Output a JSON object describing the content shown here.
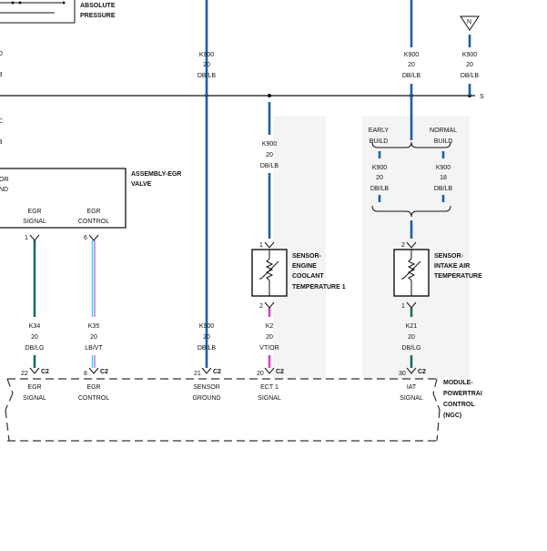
{
  "top_left": {
    "line1": "ABSOLUTE",
    "line2": "PRESSURE"
  },
  "ground_symbol_letter": "N",
  "splice_label": "S",
  "left_edge": {
    "top_v": "0",
    "top_bot": "B",
    "mid_c": "C",
    "mid_b": "B",
    "or": "OR",
    "nd": "ND"
  },
  "top_wires": [
    {
      "circuit": "K900",
      "gauge": "20",
      "color": "DB/LB"
    },
    {
      "circuit": "K900",
      "gauge": "20",
      "color": "DB/LB"
    },
    {
      "circuit": "K900",
      "gauge": "20",
      "color": "DB/LB"
    }
  ],
  "egr_valve": {
    "title1": "ASSEMBLY-EGR",
    "title2": "VALVE",
    "pins": [
      {
        "name1": "EGR",
        "name2": "SIGNAL",
        "pin": "1"
      },
      {
        "name1": "EGR",
        "name2": "CONTROL",
        "pin": "6"
      }
    ]
  },
  "ect_sensor": {
    "wire_circuit": "K900",
    "wire_gauge": "20",
    "wire_color": "DB/LB",
    "label1": "SENSOR-",
    "label2": "ENGINE",
    "label3": "COOLANT",
    "label4": "TEMPERATURE 1",
    "pin_top": "1",
    "pin_bottom": "2"
  },
  "iat_sensor": {
    "early": "EARLY",
    "normal": "NORMAL",
    "build": "BUILD",
    "early_wire": {
      "circuit": "K900",
      "gauge": "20",
      "color": "DB/LB"
    },
    "normal_wire": {
      "circuit": "K900",
      "gauge": "18",
      "color": "DB/LB"
    },
    "label1": "SENSOR-",
    "label2": "INTAKE AIR",
    "label3": "TEMPERATURE",
    "pin_top": "2",
    "pin_bottom": "1"
  },
  "bottom_wires": [
    {
      "circuit": "K34",
      "gauge": "20",
      "color": "DB/LG"
    },
    {
      "circuit": "K35",
      "gauge": "20",
      "color": "LB/VT"
    },
    {
      "circuit": "K900",
      "gauge": "20",
      "color": "DB/LB"
    },
    {
      "circuit": "K2",
      "gauge": "20",
      "color": "VT/OR"
    },
    {
      "circuit": "K21",
      "gauge": "20",
      "color": "DB/LG"
    }
  ],
  "pcm": {
    "title1": "MODULE-",
    "title2": "POWERTRAI",
    "title3": "CONTROL",
    "title4": "(NGC)",
    "pins": [
      {
        "pin": "22",
        "conn": "C2",
        "name1": "EGR",
        "name2": "SIGNAL"
      },
      {
        "pin": "8",
        "conn": "C2",
        "name1": "EGR",
        "name2": "CONTROL"
      },
      {
        "pin": "21",
        "conn": "C2",
        "name1": "SENSOR",
        "name2": "GROUND"
      },
      {
        "pin": "20",
        "conn": "C2",
        "name1": "ECT 1",
        "name2": "SIGNAL"
      },
      {
        "pin": "30",
        "conn": "C2",
        "name1": "IAT",
        "name2": "SIGNAL"
      }
    ]
  },
  "colors": {
    "dblb": "#1b5fa8",
    "dblg": "#1d6b66",
    "lbvt_a": "#6fc3f0",
    "lbvt_b": "#b58ad8",
    "vtor": "#e040c0",
    "line": "#111111",
    "shade": "#f3f3f3"
  }
}
